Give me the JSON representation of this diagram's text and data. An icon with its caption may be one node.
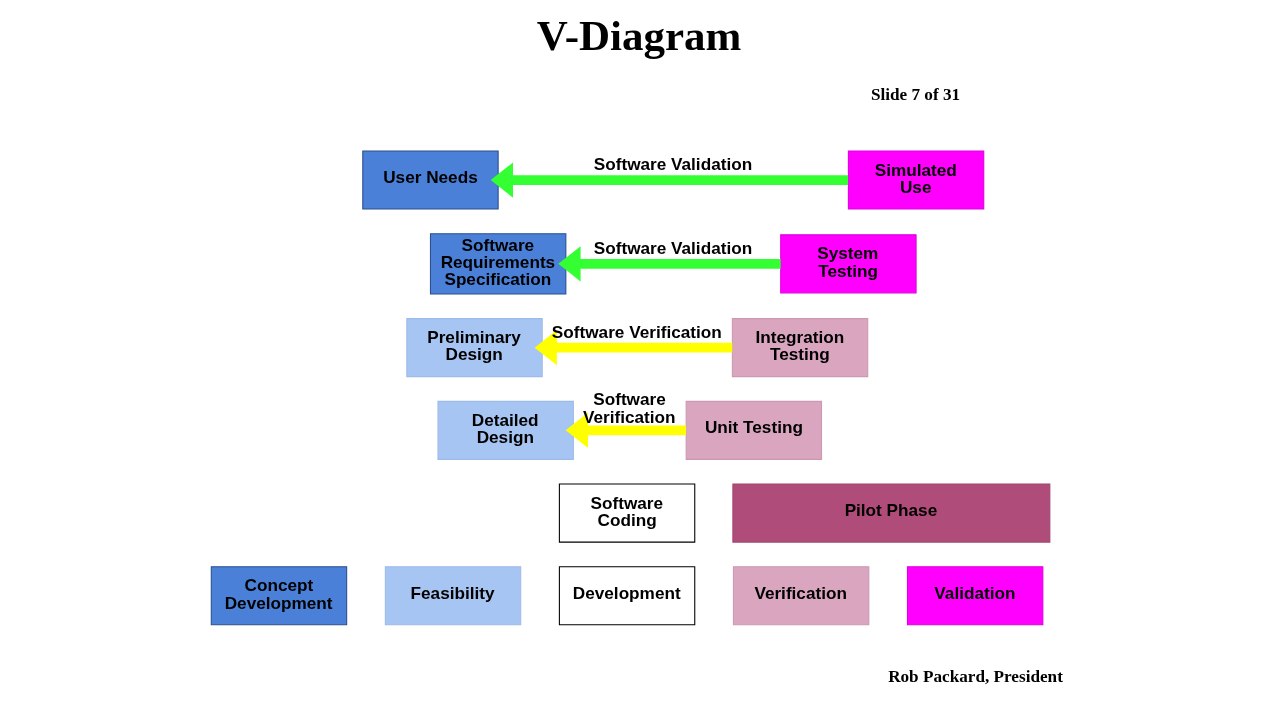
{
  "diagram": {
    "title": "V-Diagram",
    "nodes": [
      {
        "text": [
          "User Needs"
        ]
      },
      {
        "text": [
          "Simulated Use"
        ]
      },
      {
        "text": [
          "Software Requirements Specification"
        ]
      },
      {
        "text": [
          "System Testing"
        ]
      },
      {
        "text": [
          "Preliminary Design"
        ]
      },
      {
        "text": [
          "Integration Testing"
        ]
      },
      {
        "text": [
          "Detailed Design"
        ]
      },
      {
        "text": [
          "Unit Testing"
        ]
      },
      {
        "text": [
          "Software Coding"
        ]
      },
      {
        "text": [
          "Concept Development"
        ]
      },
      {
        "text": [
          "Feasibility"
        ]
      },
      {
        "text": [
          "Development"
        ]
      },
      {
        "text": [
          "Pilot Phase"
        ]
      },
      {
        "text": [
          "Verification"
        ]
      },
      {
        "text": [
          "Validation"
        ]
      }
    ],
    "edges": [
      {
        "from": 1,
        "to": 0,
        "arrow": "to",
        "label": "Software Validation",
        "color": "#33ff33"
      },
      {
        "from": 3,
        "to": 2,
        "arrow": "to",
        "label": "Software Validation",
        "color": "#33ff33"
      },
      {
        "from": 5,
        "to": 4,
        "arrow": "to",
        "label": "Software Verification",
        "color": "#ffff00"
      },
      {
        "from": 7,
        "to": 6,
        "arrow": "to",
        "label": "Software Verification",
        "color": "#ffff00"
      }
    ],
    "labels": [
      "Slide 7 of 31",
      "Rob Packard, President"
    ]
  }
}
